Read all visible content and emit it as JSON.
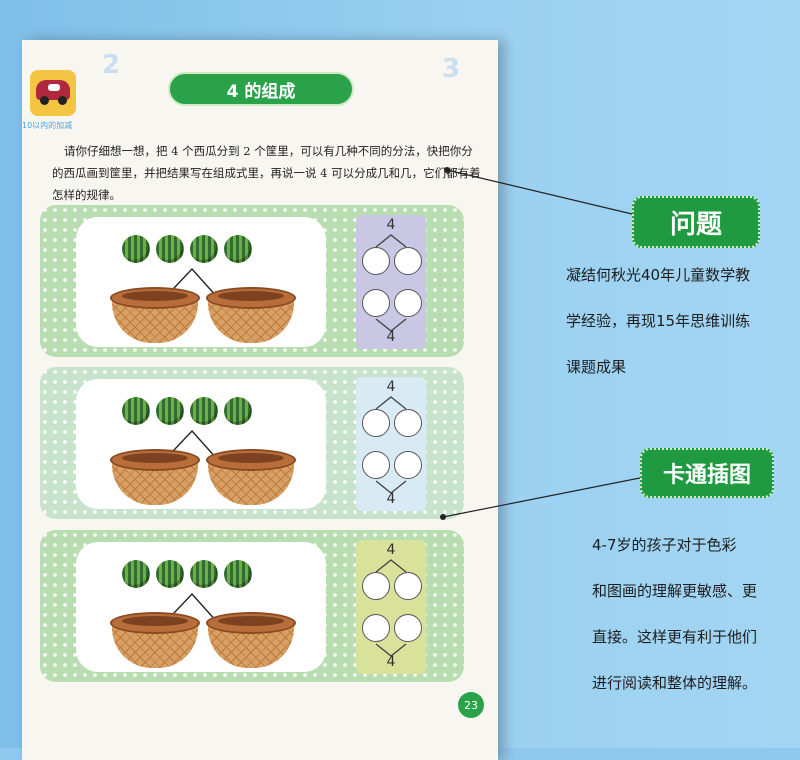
{
  "page": {
    "title": "4 的组成",
    "section_tag": "10以内的加减",
    "instruction": "请你仔细想一想，把 4 个西瓜分到 2 个筐里，可以有几种不同的分法，快把你分的西瓜画到筐里，并把结果写在组成式里，再说一说 4 可以分成几和几，它们都有着怎样的规律。",
    "exercises": [
      {
        "total": "4",
        "panel_color": "#b7ddb0",
        "diagram_color": "#c9c7e4"
      },
      {
        "total": "4",
        "panel_color": "#c8e3cb",
        "diagram_color": "#d8eaf3"
      },
      {
        "total": "4",
        "panel_color": "#b7ddb0",
        "diagram_color": "#d9e29a"
      }
    ],
    "page_number": "23"
  },
  "callouts": [
    {
      "tag": "问题",
      "lines": [
        "凝结何秋光40年儿童数学教",
        "学经验，再现15年思维训练",
        "课题成果"
      ]
    },
    {
      "tag": "卡通插图",
      "lines": [
        "4-7岁的孩子对于色彩",
        "和图画的理解更敏感、更",
        "直接。这样更有利于他们",
        "进行阅读和整体的理解。"
      ]
    }
  ],
  "colors": {
    "background": "#8fc9ef",
    "title_green": "#2aa24a",
    "callout_green": "#1f9a40"
  }
}
